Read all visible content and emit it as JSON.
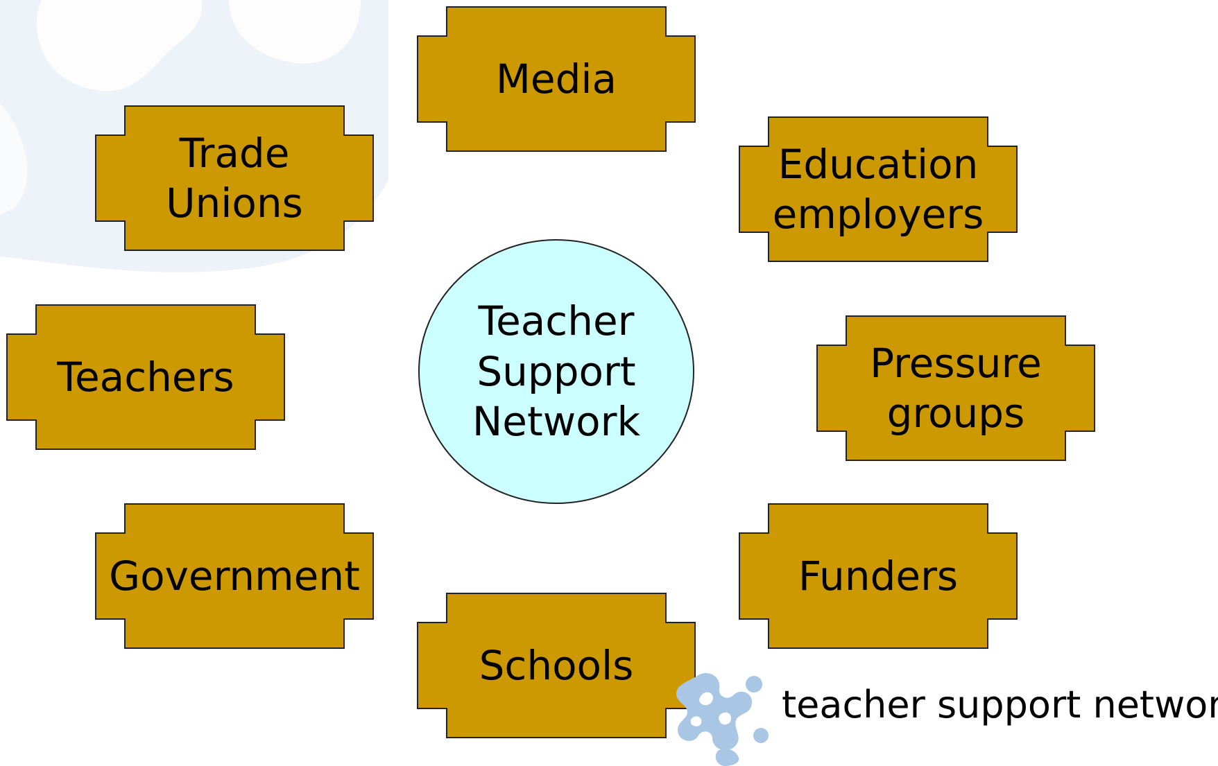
{
  "colors": {
    "node_fill": "#cc9900",
    "node_stroke": "#222222",
    "center_fill": "#ccffff",
    "watermark": "#e8eef7",
    "logo_mark": "#a9c6e4"
  },
  "center": {
    "label": "Teacher\nSupport\nNetwork"
  },
  "nodes": [
    {
      "id": "media",
      "label": "Media"
    },
    {
      "id": "trade-unions",
      "label": "Trade\nUnions"
    },
    {
      "id": "education-employers",
      "label": "Education\nemployers"
    },
    {
      "id": "teachers",
      "label": "Teachers"
    },
    {
      "id": "pressure-groups",
      "label": "Pressure\ngroups"
    },
    {
      "id": "government",
      "label": "Government"
    },
    {
      "id": "funders",
      "label": "Funders"
    },
    {
      "id": "schools",
      "label": "Schools"
    }
  ],
  "logo": {
    "text": "teacher support network",
    "icon": "puzzle-logo-icon"
  }
}
